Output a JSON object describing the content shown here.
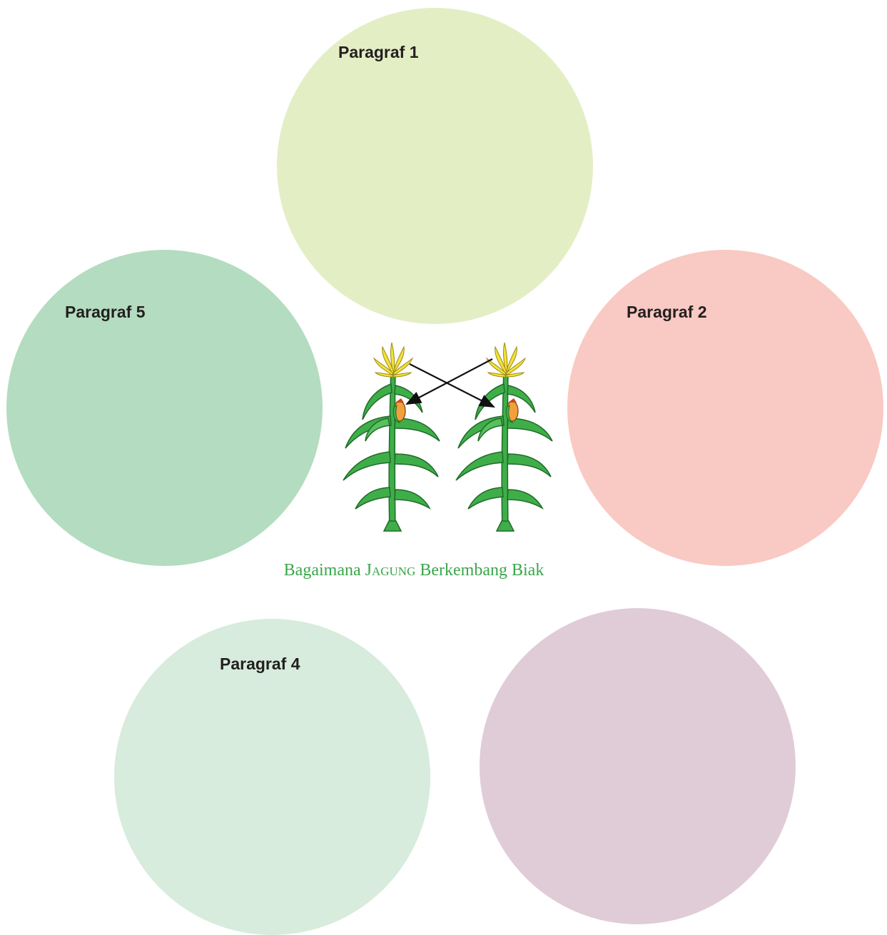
{
  "colors": {
    "circle_1": "#e3eec5",
    "circle_2": "#f9c9c3",
    "circle_3": "#e0ccd7",
    "circle_4": "#d7ecdc",
    "circle_5": "#b4dcc0",
    "caption": "#3aa64a",
    "label": "#231f20"
  },
  "circles": [
    {
      "id": "paragraf-1",
      "label": "Paragraf 1"
    },
    {
      "id": "paragraf-2",
      "label": "Paragraf 2"
    },
    {
      "id": "paragraf-3",
      "label": ""
    },
    {
      "id": "paragraf-4",
      "label": "Paragraf 4"
    },
    {
      "id": "paragraf-5",
      "label": "Paragraf 5"
    }
  ],
  "illustration": {
    "icon": "corn-plants-cross-pollination-icon"
  },
  "caption": {
    "pre": "Bagaimana J",
    "smallcaps": "AGUNG",
    "post": " Berkembang Biak"
  }
}
